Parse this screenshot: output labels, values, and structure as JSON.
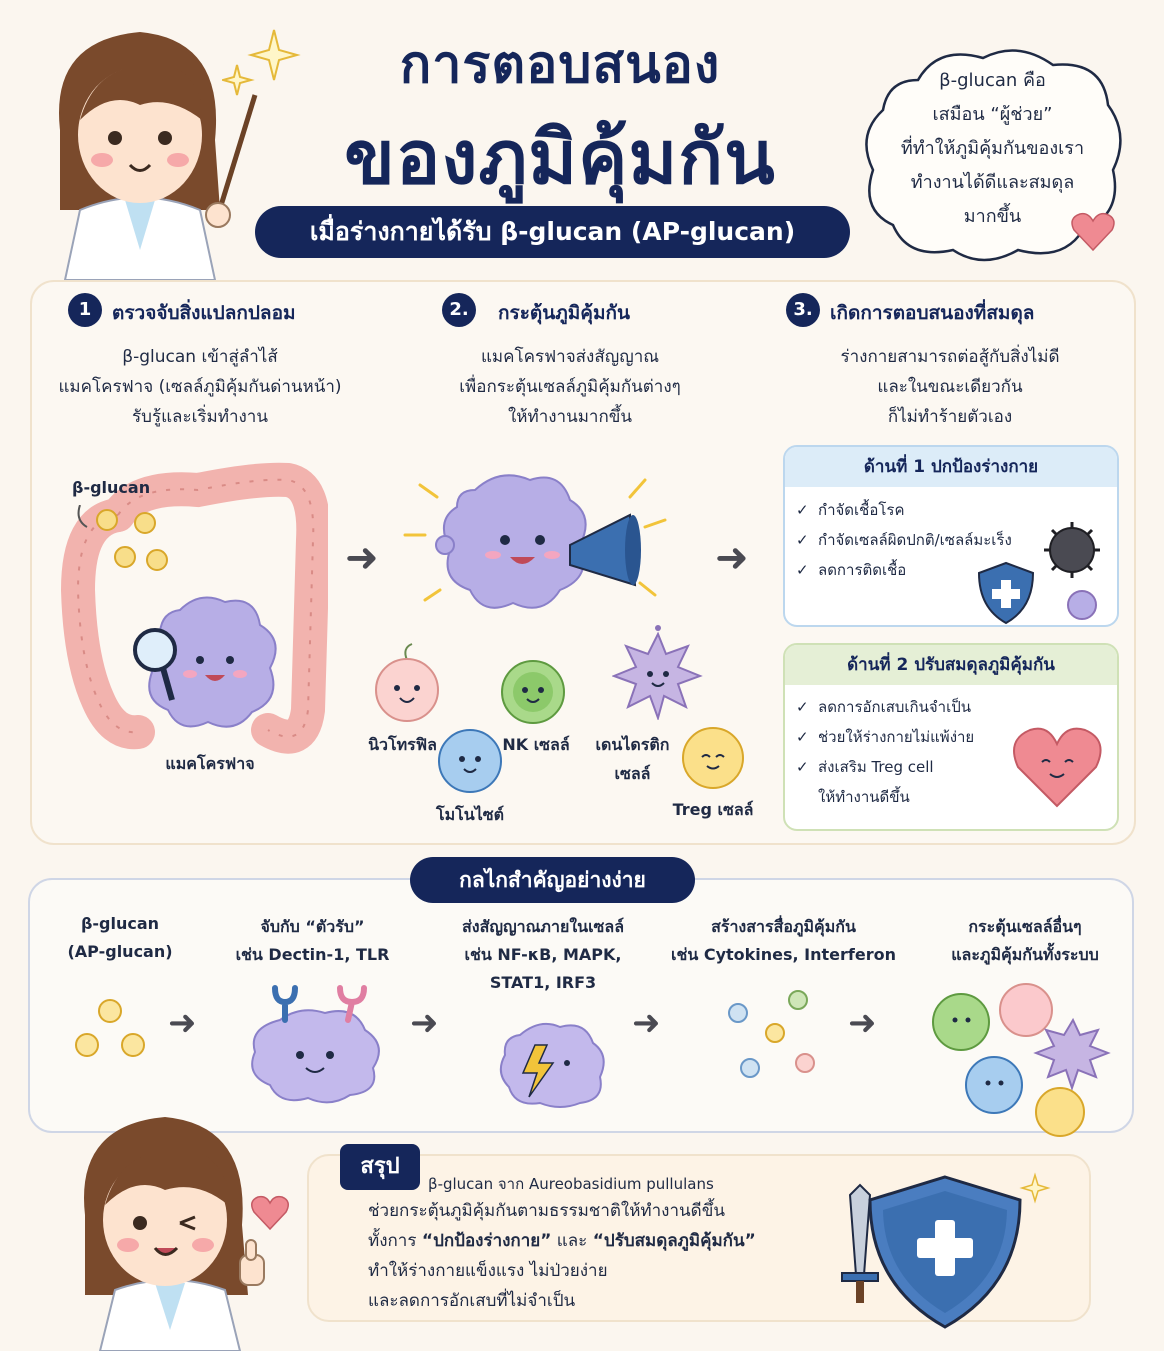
{
  "title": {
    "line1": "การตอบสนอง",
    "line2": "ของภูมิคุ้มกัน",
    "pill": "เมื่อร่างกายได้รับ β-glucan (AP-glucan)"
  },
  "cloud": {
    "lines": [
      "β-glucan คือ",
      "เสมือน “ผู้ช่วย”",
      "ที่ทำให้ภูมิคุ้มกันของเรา",
      "ทำงานได้ดีและสมดุล",
      "มากขึ้น"
    ]
  },
  "steps": [
    {
      "num": "1",
      "title": "ตรวจจับสิ่งแปลกปลอม",
      "desc": [
        "β-glucan เข้าสู่ลำไส้",
        "แมคโครฟาจ (เซลล์ภูมิคุ้มกันด่านหน้า)",
        "รับรู้และเริ่มทำงาน"
      ]
    },
    {
      "num": "2.",
      "title": "กระตุ้นภูมิคุ้มกัน",
      "desc": [
        "แมคโครฟาจส่งสัญญาณ",
        "เพื่อกระตุ้นเซลล์ภูมิคุ้มกันต่างๆ",
        "ให้ทำงานมากขึ้น"
      ]
    },
    {
      "num": "3.",
      "title": "เกิดการตอบสนองที่สมดุล",
      "desc": [
        "ร่างกายสามารถต่อสู้กับสิ่งไม่ดี",
        "และในขณะเดียวกัน",
        "ก็ไม่ทำร้ายตัวเอง"
      ]
    }
  ],
  "step1_labels": {
    "bglucan": "β-glucan",
    "macrophage": "แมคโครฟาจ"
  },
  "cells": {
    "neutrophil": "นิวโทรฟิล",
    "nk": "NK เซลล์",
    "monocyte": "โมโนไซต์",
    "dendritic_1": "เดนไดรติก",
    "dendritic_2": "เซลล์",
    "treg": "Treg เซลล์"
  },
  "side1": {
    "head": "ด้านที่ 1   ปกป้องร่างกาย",
    "items": [
      "กำจัดเชื้อโรค",
      "กำจัดเซลล์ผิดปกติ/เซลล์มะเร็ง",
      "ลดการติดเชื้อ"
    ]
  },
  "side2": {
    "head": "ด้านที่ 2   ปรับสมดุลภูมิคุ้มกัน",
    "items": [
      "ลดการอักเสบเกินจำเป็น",
      "ช่วยให้ร่างกายไม่แพ้ง่าย",
      "ส่งเสริม Treg cell"
    ],
    "item3_cont": "ให้ทำงานดีขึ้น"
  },
  "mechanism": {
    "pill": "กลไกสำคัญอย่างง่าย",
    "stages": [
      {
        "l1": "β-glucan",
        "l2": "(AP-glucan)",
        "l3": ""
      },
      {
        "l1": "จับกับ “ตัวรับ”",
        "l2": "เช่น Dectin-1, TLR",
        "l3": ""
      },
      {
        "l1": "ส่งสัญญาณภายในเซลล์",
        "l2": "เช่น NF-κB, MAPK,",
        "l3": "STAT1, IRF3"
      },
      {
        "l1": "สร้างสารสื่อภูมิคุ้มกัน",
        "l2": "เช่น Cytokines, Interferon",
        "l3": ""
      },
      {
        "l1": "กระตุ้นเซลล์อื่นๆ",
        "l2": "และภูมิคุ้มกันทั้งระบบ",
        "l3": ""
      }
    ]
  },
  "summary": {
    "tag": "สรุป",
    "source": "β-glucan จาก Aureobasidium pullulans",
    "line1": "ช่วยกระตุ้นภูมิคุ้มกันตามธรรมชาติให้ทำงานดีขึ้น",
    "line2_a": "ทั้งการ ",
    "line2_b": "“ปกป้องร่างกาย”",
    "line2_c": " และ ",
    "line2_d": "“ปรับสมดุลภูมิคุ้มกัน”",
    "line3": "ทำให้ร่างกายแข็งแรง ไม่ป่วยง่าย",
    "line4": "และลดการอักเสบที่ไม่จำเป็น"
  },
  "colors": {
    "navy": "#15265a",
    "macrophage": "#b7aee6",
    "intestine": "#f2b3ae",
    "glucan": "#f3c94a",
    "shield": "#3b6fb0",
    "heart": "#ef8a92"
  }
}
